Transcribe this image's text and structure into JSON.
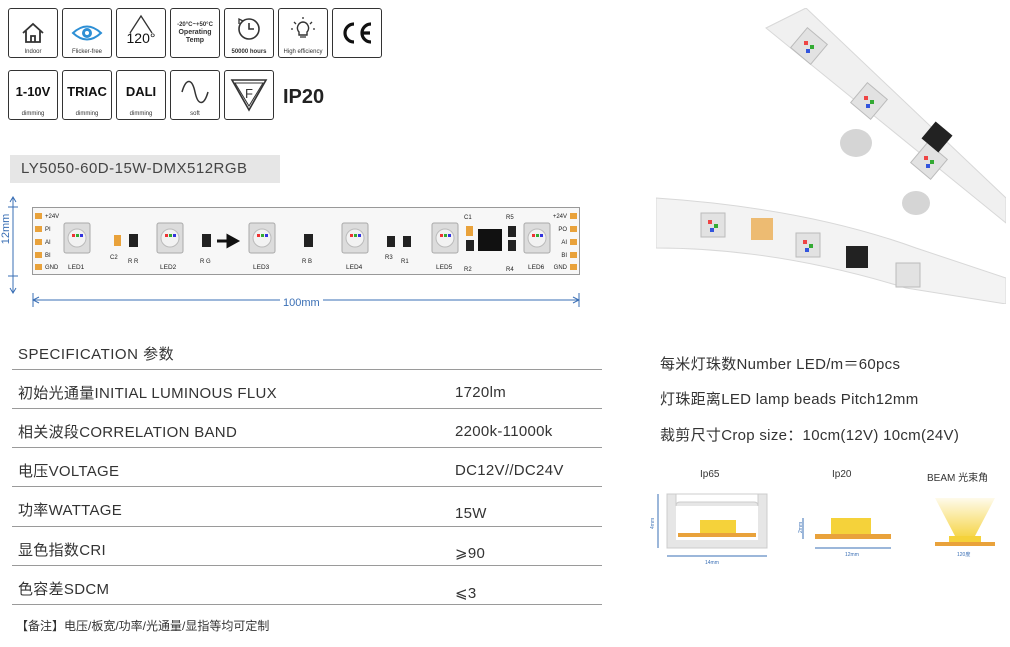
{
  "icons_row1": [
    {
      "icon": "house-icon",
      "caption": "Indoor"
    },
    {
      "icon": "eye-icon",
      "caption": "Flicker-free"
    },
    {
      "icon": "beam-angle-icon",
      "caption": "",
      "big": "120°"
    },
    {
      "icon": "temperature-text",
      "caption": "",
      "line1": "-20°C~+50°C",
      "line2": "Operating",
      "line3": "Temp"
    },
    {
      "icon": "clock-icon",
      "caption": "50000 hours"
    },
    {
      "icon": "bulb-icon",
      "caption": "High efficiency"
    },
    {
      "icon": "ce-mark-icon",
      "caption": "",
      "big": "CE"
    }
  ],
  "icons_row2": [
    {
      "icon": "dimming-text",
      "big": "1-10V",
      "caption": "dimming"
    },
    {
      "icon": "dimming-text",
      "big": "TRIAC",
      "caption": "dimming"
    },
    {
      "icon": "dimming-text",
      "big": "DALI",
      "caption": "dimming"
    },
    {
      "icon": "sine-wave-icon",
      "caption": "soft"
    },
    {
      "icon": "f-mark-icon",
      "caption": ""
    }
  ],
  "ip_rating": "IP20",
  "model": "LY5050-60D-15W-DMX512RGB",
  "strip": {
    "left_pads": [
      "+24V",
      "PI",
      "AI",
      "BI",
      "GND"
    ],
    "right_pads": [
      "+24V",
      "PO",
      "AI",
      "BI",
      "GND"
    ],
    "leds": [
      "LED1",
      "LED2",
      "LED3",
      "LED4",
      "LED5",
      "LED6"
    ],
    "components": [
      "C2",
      "R R",
      "R G",
      "R B",
      "R3",
      "R1",
      "C1",
      "R5",
      "R2",
      "R4"
    ],
    "width_label": "100mm",
    "height_label": "12mm"
  },
  "spec": {
    "header": "SPECIFICATION 参数",
    "rows": [
      {
        "label": "初始光通量INITIAL LUMINOUS FLUX",
        "value": "1720lm"
      },
      {
        "label": "相关波段CORRELATION BAND",
        "value": "2200k-11000k"
      },
      {
        "label": "电压VOLTAGE",
        "value": "DC12V//DC24V"
      },
      {
        "label": "功率WATTAGE",
        "value": "15W"
      },
      {
        "label": "显色指数CRI",
        "value": "⩾90"
      },
      {
        "label": "色容差SDCM",
        "value": "⩽3"
      }
    ],
    "note": "【备注】电压/板宽/功率/光通量/显指等均可定制"
  },
  "info": [
    "每米灯珠数Number LED/m＝60pcs",
    "灯珠距离LED lamp beads Pitch12mm",
    "裁剪尺寸Crop size：10cm(12V)  10cm(24V)"
  ],
  "cross_sections": {
    "ip65": {
      "title": "Ip65",
      "width": "14mm",
      "height": "4mm"
    },
    "ip20": {
      "title": "Ip20",
      "width": "12mm",
      "height": "2mm"
    },
    "beam": {
      "title": "BEAM 光束角",
      "angle": "120度"
    }
  },
  "colors": {
    "accent_blue": "#3a6fb5",
    "strip_pcb": "#f7f7f7",
    "led_yellow": "#f5d23a",
    "pcb_orange": "#e9a23b"
  }
}
